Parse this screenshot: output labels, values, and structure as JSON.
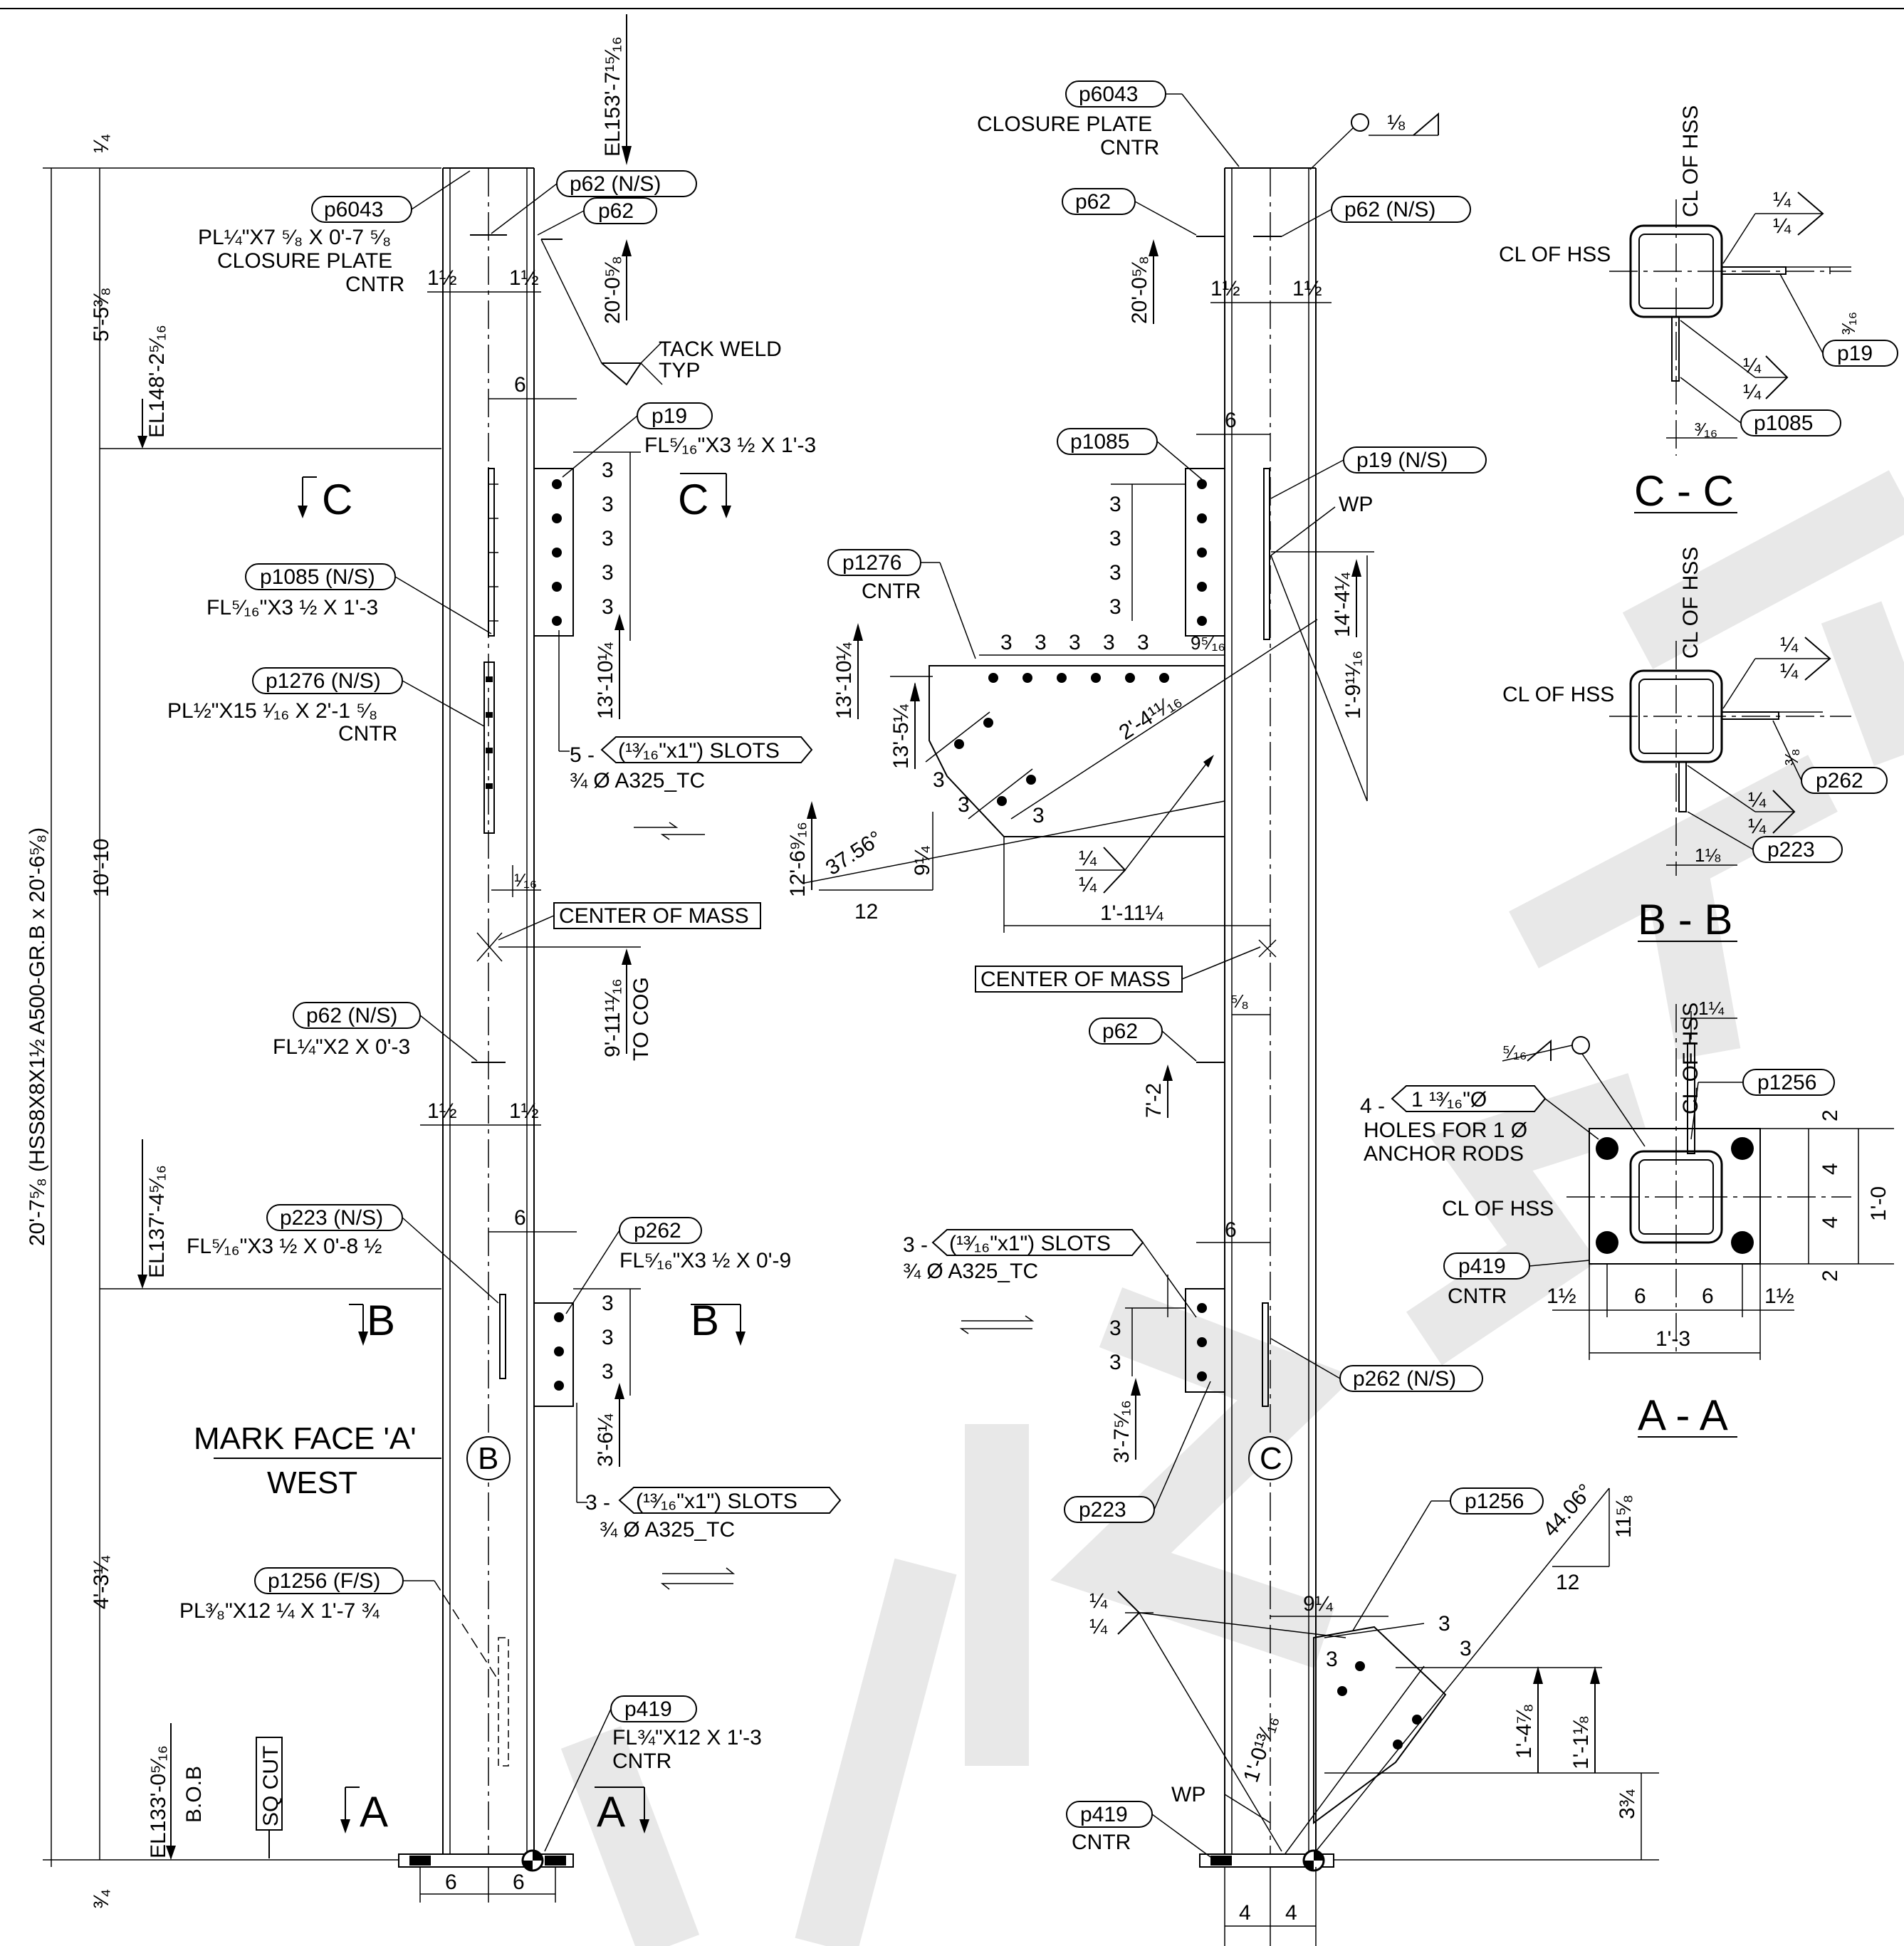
{
  "elevation_left": {
    "el_top": "EL153'-7¹⁵⁄₁₆",
    "el_mid_c": "EL148'-2⁵⁄₁₆",
    "el_mid_b": "EL137'-4⁵⁄₁₆",
    "el_bottom": "EL133'-0⁵⁄₁₆",
    "bob": "B.O.B",
    "sq_cut": "SQ CUT",
    "dim_top": "¹⁄₄",
    "dim_bottom": "³⁄₄",
    "dim_seg1": "5'-5³⁄₈",
    "dim_seg2": "10'-10",
    "dim_seg3": "4'-3¹⁄₄",
    "overall": "20'-7⁵⁄₈ (HSS8X8X1½ A500-GR.B x 20'-6⁵⁄₈)",
    "p6043_tag": "p6043",
    "p6043_desc1": "PL¼\"X7 ⁵⁄₈ X 0'-7 ⁵⁄₈",
    "p6043_desc2": "CLOSURE PLATE",
    "p6043_desc3": "CNTR",
    "p62ns_tag": "p62 (N/S)",
    "p62_tag": "p62",
    "dim_20_05_8": "20'-0⁵⁄₈",
    "dim_1_1_2": "1½",
    "tack_weld1": "TACK WELD",
    "tack_weld2": "TYP",
    "dim_6": "6",
    "p19_tag": "p19",
    "p19_desc": "FL⁵⁄₁₆\"X3 ½ X 1'-3",
    "sec_c": "C",
    "sec_b": "B",
    "sec_a": "A",
    "dim_3": "3",
    "p1085ns_tag": "p1085 (N/S)",
    "p1085_desc": "FL⁵⁄₁₆\"X3 ½ X 1'-3",
    "p1276ns_tag": "p1276 (N/S)",
    "p1276_desc1": "PL½\"X15 ¹⁄₁₆ X 2'-1 ⁵⁄₈",
    "p1276_desc2": "CNTR",
    "dim_13_10": "13'-10¼",
    "slots5": "5 -",
    "slots_tag": "(¹³⁄₁₆\"x1\") SLOTS",
    "bolts": "¾ Ø A325_TC",
    "dim_1_16": "¹⁄₁₆",
    "com": "CENTER OF MASS",
    "dim_9_11": "9'-11¹¹⁄₁₆",
    "to_cog": "TO COG",
    "p62ns2_tag": "p62 (N/S)",
    "p62_desc": "FL¼\"X2 X 0'-3",
    "p223ns_tag": "p223 (N/S)",
    "p223_desc": "FL⁵⁄₁₆\"X3 ½ X 0'-8 ½",
    "p262_tag": "p262",
    "p262_desc": "FL⁵⁄₁₆\"X3 ½ X 0'-9",
    "mark_face": "MARK FACE 'A'",
    "west": "WEST",
    "mark_b": "B",
    "dim_3_6": "3'-6¼",
    "slots3": "3 -",
    "p1256fs_tag": "p1256 (F/S)",
    "p1256_desc": "PL³⁄₈\"X12 ¼ X 1'-7 ¾",
    "p419_tag": "p419",
    "p419_desc1": "FL¾\"X12 X 1'-3",
    "p419_desc2": "CNTR"
  },
  "elevation_right": {
    "p6043_tag": "p6043",
    "closure1": "CLOSURE PLATE",
    "closure2": "CNTR",
    "weld_1_8": "⅛",
    "p62_tag": "p62",
    "p62ns_tag": "p62 (N/S)",
    "dim_20_05_8": "20'-0⁵⁄₈",
    "dim_1_1_2": "1½",
    "dim_6": "6",
    "p1085_tag": "p1085",
    "p19ns_tag": "p19  (N/S)",
    "wp": "WP",
    "dim_3": "3",
    "p1276_tag": "p1276",
    "cntr": "CNTR",
    "dim_9_5_16": "9⁵⁄₁₆",
    "dim_14_4": "14'-4¼",
    "dim_13_10": "13'-10¼",
    "dim_13_5": "13'-5¼",
    "dim_2_4": "2'-4¹¹⁄₁₆",
    "dim_1_9": "1'-9¹¹⁄₁₆",
    "dim_12_6": "12'-6⁹⁄₁₆",
    "angle_37": "37.56°",
    "dim_9_1_4": "9¼",
    "dim_12": "12",
    "weld_1_4": "¼",
    "dim_1_11": "1'-11¼",
    "com": "CENTER OF MASS",
    "dim_5_8": "⁵⁄₈",
    "p62b_tag": "p62",
    "dim_7_2": "7'-2",
    "slots3": "3 -",
    "slots_tag": "(¹³⁄₁₆\"x1\") SLOTS",
    "bolts": "¾ Ø A325_TC",
    "p262ns_tag": "p262  (N/S)",
    "dim_3_7": "3'-7⁵⁄₁₆",
    "mark_c": "C",
    "p223_tag": "p223",
    "p1256_tag": "p1256",
    "angle_44": "44.06°",
    "dim_11_5_8": "11⁵⁄₈",
    "dim_1_0": "1'-0¹³⁄₁₆",
    "dim_1_4": "1'-4⁷⁄₈",
    "dim_1_1": "1'-1⅛",
    "dim_3_4": "3¾",
    "p419_tag": "p419",
    "dim_4": "4"
  },
  "section_cc": {
    "title": "C - C",
    "cl_v": "CL OF HSS",
    "cl_h": "CL OF HSS",
    "weld": "¼",
    "dim_3_16": "³⁄₁₆",
    "p19_tag": "p19",
    "p1085_tag": "p1085"
  },
  "section_bb": {
    "title": "B - B",
    "cl_v": "CL OF HSS",
    "cl_h": "CL OF HSS",
    "weld": "¼",
    "dim_3_8": "³⁄₈",
    "p262_tag": "p262",
    "dim_1_1_8": "1⅛",
    "p223_tag": "p223"
  },
  "section_aa": {
    "title": "A - A",
    "cl_v": "CL OF HSS",
    "cl_h": "CL OF HSS",
    "dim_1_1_4": "1¼",
    "weld_5_16": "⁵⁄₁₆",
    "p1256_tag": "p1256",
    "holes_count": "4 -",
    "holes_tag": "1 ¹³⁄₁₆\"Ø",
    "holes1": "HOLES FOR 1 Ø",
    "holes2": "ANCHOR RODS",
    "dim_2": "2",
    "dim_4": "4",
    "dim_1_0": "1'-0",
    "p419_tag": "p419",
    "cntr": "CNTR",
    "dim_1_1_2": "1½",
    "dim_6": "6",
    "dim_1_3": "1'-3"
  },
  "watermark": "VIZSTEEL"
}
